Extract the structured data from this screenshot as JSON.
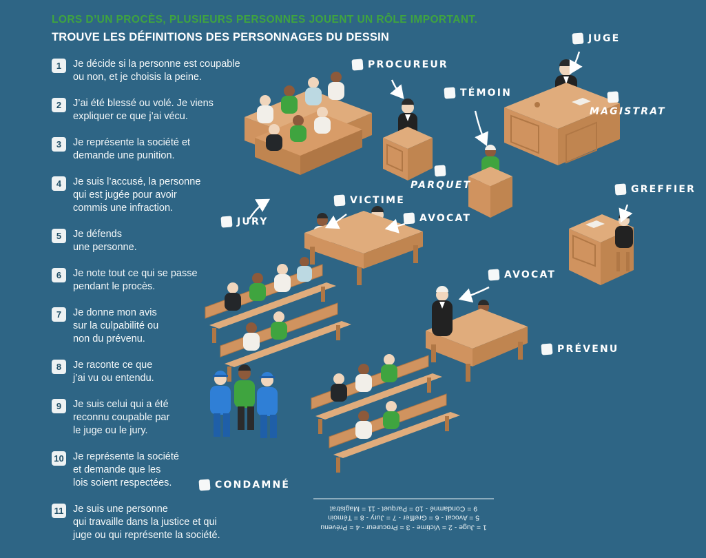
{
  "colors": {
    "background": "#2e6585",
    "accent_green": "#3fa43f",
    "illustration_tan": "#e0ac7c"
  },
  "header": {
    "line1": "LORS D’UN PROCÈS, PLUSIEURS PERSONNES JOUENT UN RÔLE IMPORTANT.",
    "line2": "TROUVE LES DÉFINITIONS DES PERSONNAGES DU DESSIN"
  },
  "definitions": [
    {
      "number": "1",
      "text": "Je décide si la personne est coupable\nou non, et je choisis la peine."
    },
    {
      "number": "2",
      "text": "J’ai été blessé ou volé. Je viens\nexpliquer ce que j’ai vécu."
    },
    {
      "number": "3",
      "text": "Je représente la société et\ndemande une punition."
    },
    {
      "number": "4",
      "text": "Je suis l’accusé, la personne\nqui est jugée pour avoir\ncommis une infraction."
    },
    {
      "number": "5",
      "text": "Je défends\nune personne."
    },
    {
      "number": "6",
      "text": "Je note tout ce qui se passe\npendant le procès."
    },
    {
      "number": "7",
      "text": "Je donne mon avis\nsur la culpabilité ou\nnon du prévenu."
    },
    {
      "number": "8",
      "text": "Je raconte ce que\nj’ai vu ou entendu."
    },
    {
      "number": "9",
      "text": "Je suis celui qui a été\nreconnu coupable par\nle juge ou le jury."
    },
    {
      "number": "10",
      "text": "Je représente la société\net demande que les\nlois soient respectées."
    },
    {
      "number": "11",
      "text": "Je suis une personne\nqui travaille dans la justice et qui\njuge ou qui représente la société."
    }
  ],
  "scene": {
    "labels": {
      "procureur": "PROCUREUR",
      "juge": "JUGE",
      "temoin": "TÉMOIN",
      "magistrat": "MAGISTRAT",
      "parquet": "PARQUET",
      "greffier": "GREFFIER",
      "jury": "JURY",
      "victime": "VICTIME",
      "avocat1": "AVOCAT",
      "avocat2": "AVOCAT",
      "prevenu": "PRÉVENU",
      "condamne": "CONDAMNÉ"
    }
  },
  "answer_key": {
    "line1": "1 = Juge - 2 = Victime - 3 = Procureur - 4 = Prévenu",
    "line2": "5 = Avocat - 6 = Greffier - 7 = Jury - 8 = Témoin",
    "line3": "9 = Condamné - 10 = Parquet - 11 = Magistrat"
  }
}
